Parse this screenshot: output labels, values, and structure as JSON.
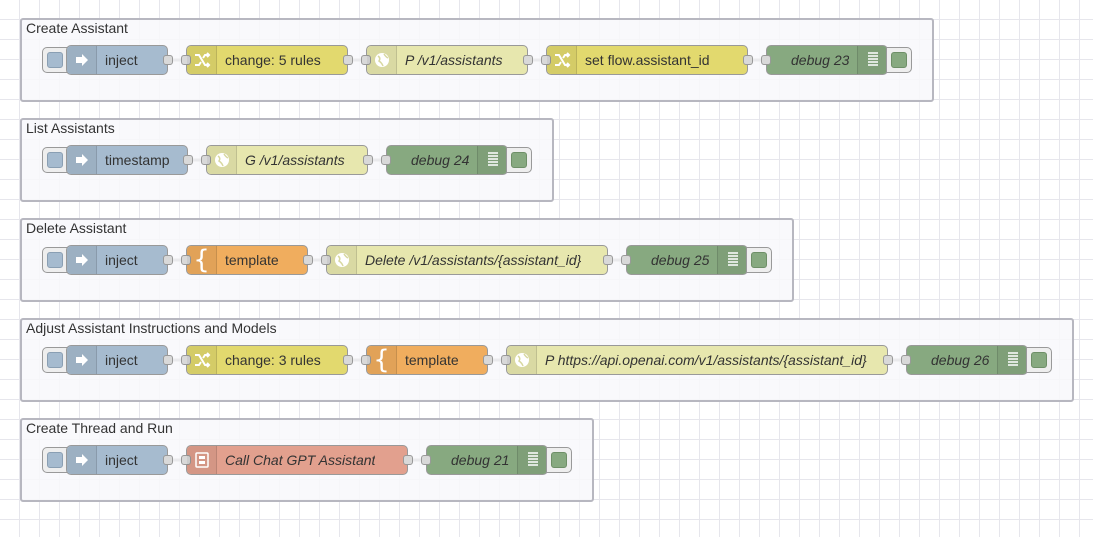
{
  "groups": [
    {
      "name": "Create Assistant",
      "nodes": [
        {
          "type": "inject",
          "label": "inject",
          "icon": "inject-arrow-icon"
        },
        {
          "type": "change",
          "label": "change: 5 rules",
          "icon": "shuffle-icon"
        },
        {
          "type": "http",
          "label": "P /v1/assistants",
          "icon": "globe-icon"
        },
        {
          "type": "change",
          "label": "set flow.assistant_id",
          "icon": "shuffle-icon"
        },
        {
          "type": "debug",
          "label": "debug 23",
          "icon": "debug-list-icon"
        }
      ]
    },
    {
      "name": "List Assistants",
      "nodes": [
        {
          "type": "inject",
          "label": "timestamp",
          "icon": "inject-arrow-icon"
        },
        {
          "type": "http",
          "label": "G /v1/assistants",
          "icon": "globe-icon"
        },
        {
          "type": "debug",
          "label": "debug 24",
          "icon": "debug-list-icon"
        }
      ]
    },
    {
      "name": "Delete Assistant",
      "nodes": [
        {
          "type": "inject",
          "label": "inject",
          "icon": "inject-arrow-icon"
        },
        {
          "type": "template",
          "label": "template",
          "icon": "brace-icon"
        },
        {
          "type": "http",
          "label": "Delete /v1/assistants/{assistant_id}",
          "icon": "globe-icon"
        },
        {
          "type": "debug",
          "label": "debug 25",
          "icon": "debug-list-icon"
        }
      ]
    },
    {
      "name": "Adjust Assistant Instructions and Models",
      "nodes": [
        {
          "type": "inject",
          "label": "inject",
          "icon": "inject-arrow-icon"
        },
        {
          "type": "change",
          "label": "change: 3 rules",
          "icon": "shuffle-icon"
        },
        {
          "type": "template",
          "label": "template",
          "icon": "brace-icon"
        },
        {
          "type": "http",
          "label": "P https://api.openai.com/v1/assistants/{assistant_id}",
          "icon": "globe-icon"
        },
        {
          "type": "debug",
          "label": "debug 26",
          "icon": "debug-list-icon"
        }
      ]
    },
    {
      "name": "Create Thread and Run",
      "nodes": [
        {
          "type": "inject",
          "label": "inject",
          "icon": "inject-arrow-icon"
        },
        {
          "type": "subflow",
          "label": "Call Chat GPT Assistant",
          "icon": "subflow-icon"
        },
        {
          "type": "debug",
          "label": "debug 21",
          "icon": "debug-list-icon"
        }
      ]
    }
  ],
  "colors": {
    "inject": "#a6bbcf",
    "change": "#e2d96e",
    "http": "#e7e7ae",
    "debug": "#87a980",
    "template": "#f0ad5e",
    "subflow": "#e2a08e"
  }
}
